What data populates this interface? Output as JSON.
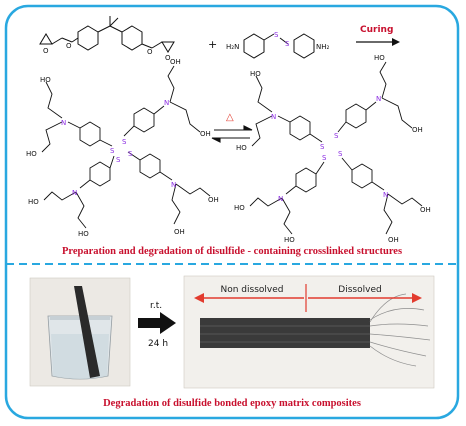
{
  "top_panel": {
    "reactant_plus": "+",
    "amine_left": "H₂N",
    "amine_right": "NH₂",
    "sulfur": "S",
    "curing_label": "Curing",
    "heat_symbol": "△",
    "hydroxyl": "HO",
    "hydroxyl_right": "OH",
    "nitrogen": "N",
    "caption": "Preparation and degradation of disulfide - containing crosslinked structures"
  },
  "bottom_panel": {
    "condition_line1": "r.t.",
    "condition_line2": "24 h",
    "non_dissolved_label": "Non dissolved",
    "dissolved_label": "Dissolved",
    "caption": "Degradation of disulfide bonded epoxy matrix composites"
  },
  "colors": {
    "frame_border": "#29a8e0",
    "caption_red": "#c8102e",
    "accent_purple": "#8a2be2",
    "arrow_red": "#e23b2e"
  }
}
